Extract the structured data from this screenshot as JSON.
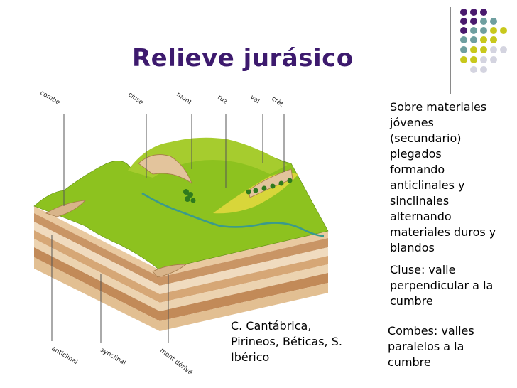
{
  "slide": {
    "title": "Relieve jurásico",
    "description": "Sobre materiales jóvenes (secundario) plegados formando anticlinales y sinclinales alternando materiales duros y blandos",
    "cluse_text": "Cluse: valle perpendicular a la cumbre",
    "combes_text": "Combes: valles paralelos a la cumbre",
    "regions_text": "C. Cantábrica, Pirineos, Béticas, S. Ibérico"
  },
  "diagram": {
    "labels": {
      "combe": "combe",
      "cluse": "cluse",
      "mont": "mont",
      "ruz": "ruz",
      "val": "val",
      "cret": "crêt",
      "anticlinal": "anticlinal",
      "synclinal": "synclinal",
      "mont_derive": "mont dérivé"
    }
  },
  "colors": {
    "title": "#3d1a6e",
    "dot_purple": "#4a1a6e",
    "dot_teal": "#6f9fa0",
    "dot_yellow": "#c8c81c",
    "dot_gray": "#d4d4e0",
    "grass": "#8dc21f",
    "rock_tan": "#d2a97c",
    "river": "#3a9a8c"
  }
}
